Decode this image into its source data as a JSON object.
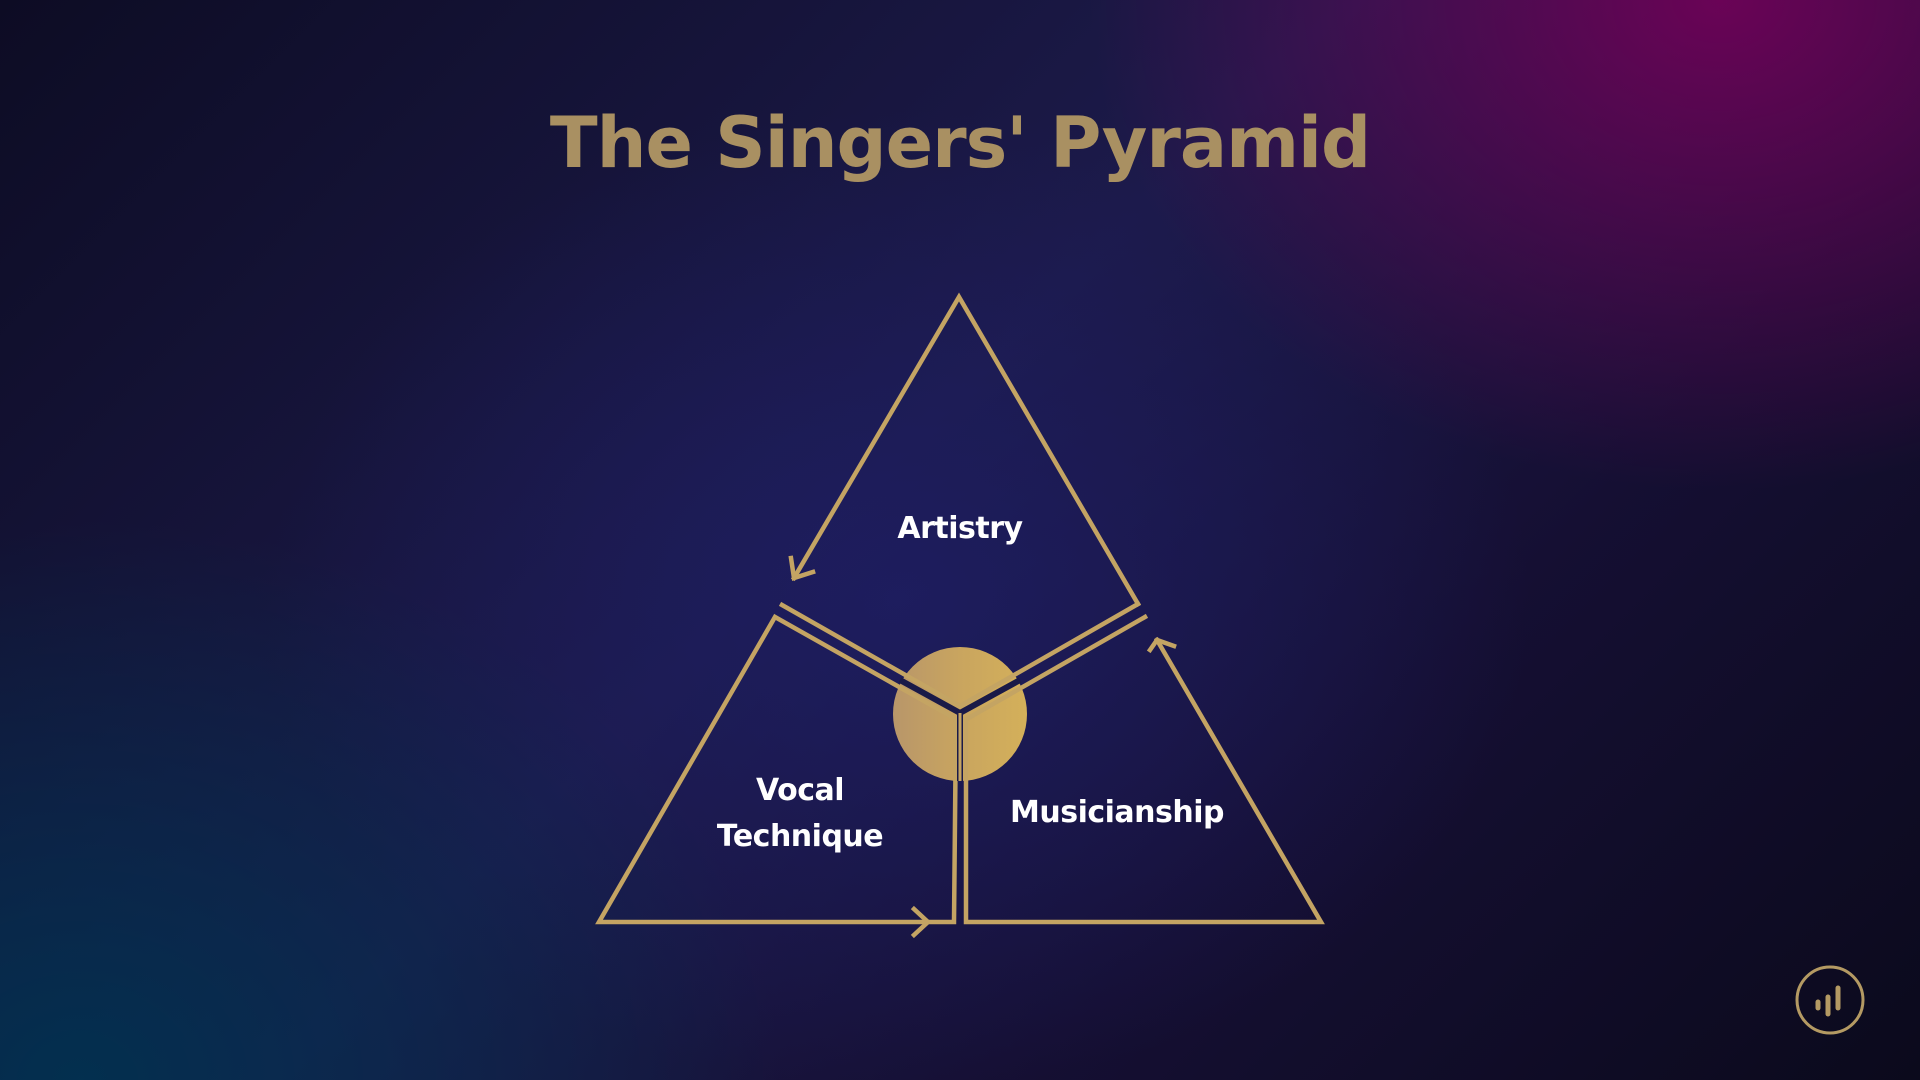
{
  "title": "The Singers' Pyramid",
  "segments": {
    "top": "Artistry",
    "left_line1": "Vocal",
    "left_line2": "Technique",
    "right": "Musicianship"
  },
  "colors": {
    "gold": "#c4a463",
    "title": "#a99062",
    "label": "#ffffff",
    "center_light": "#d6b25d",
    "center_dark": "#b89667"
  },
  "icons": {
    "logo": "bar-chart-icon"
  }
}
